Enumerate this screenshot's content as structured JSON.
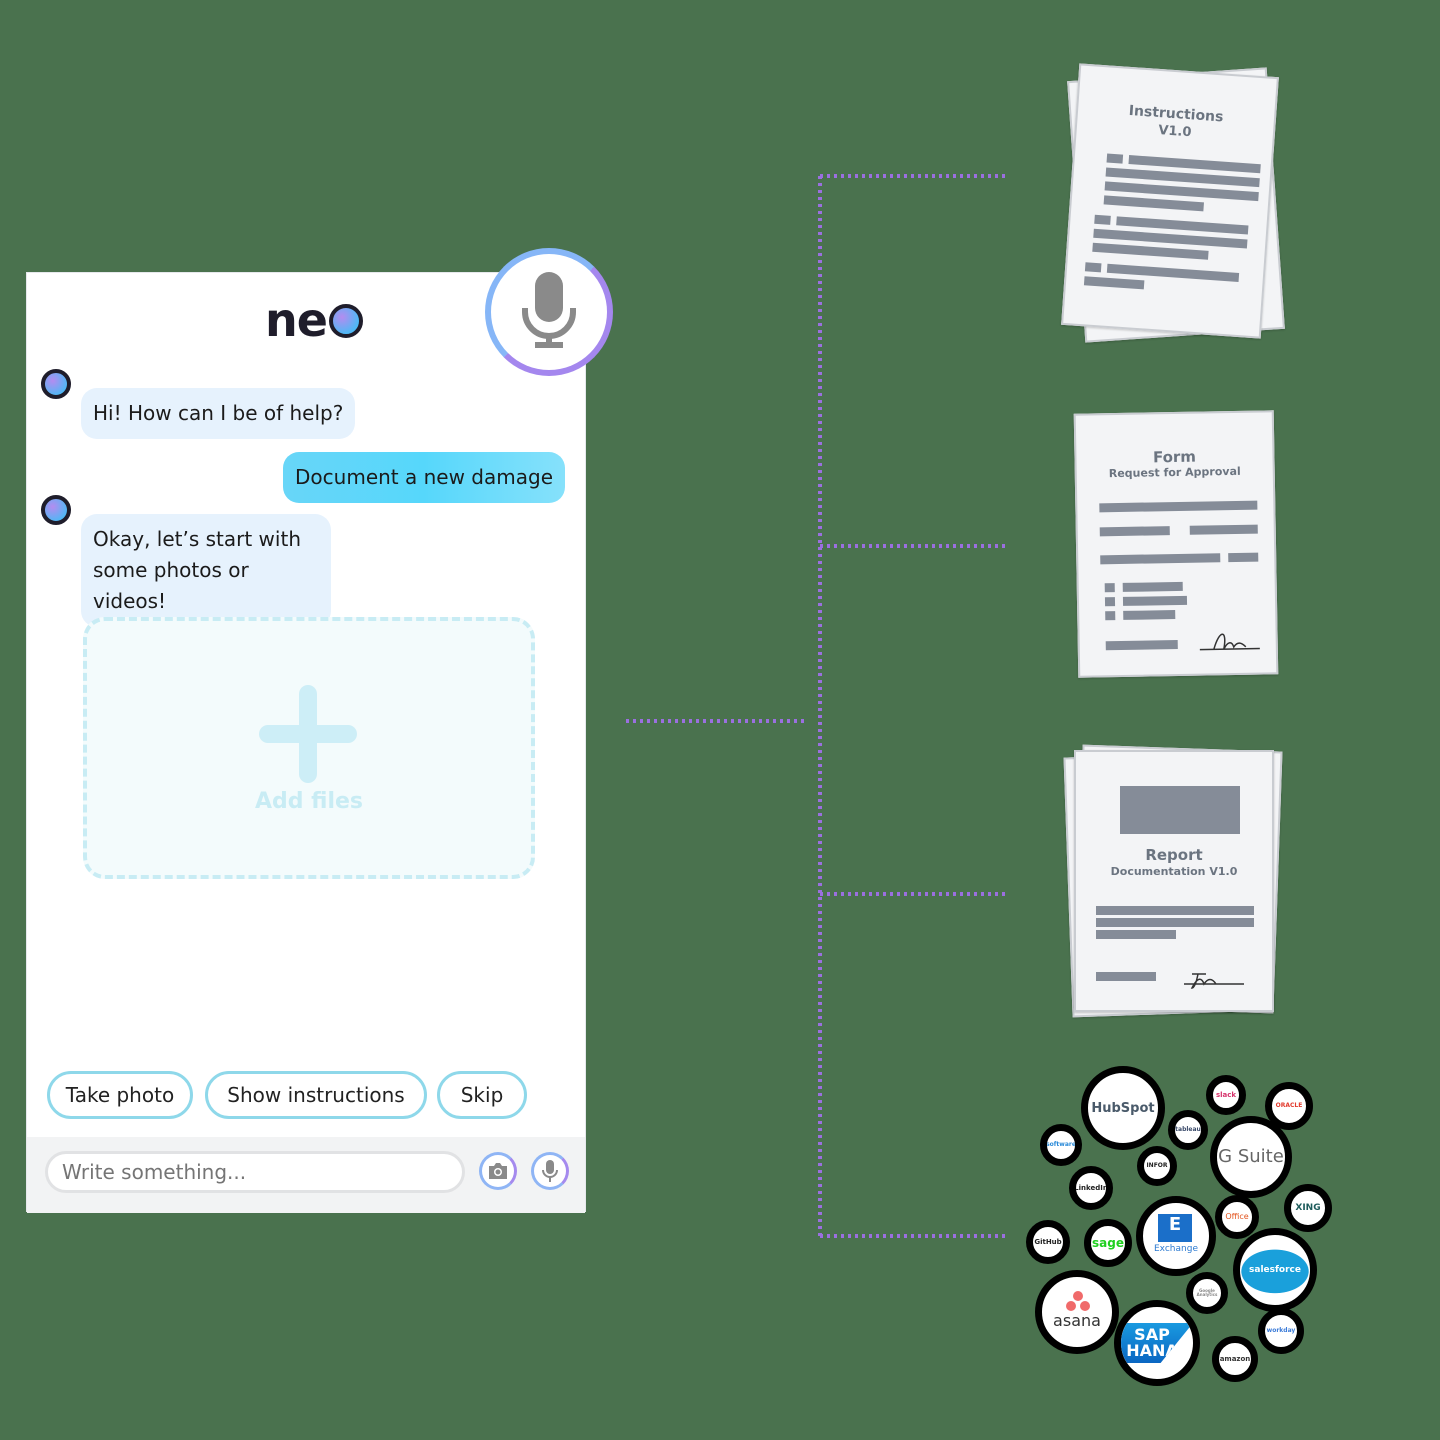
{
  "chat": {
    "brand": "neo",
    "messages": [
      {
        "from": "bot",
        "text": "Hi! How can I be of help?"
      },
      {
        "from": "user",
        "text": "Document a new damage"
      },
      {
        "from": "bot",
        "text": "Okay, let’s start with some photos or videos!"
      }
    ],
    "dropzone_label": "Add files",
    "quick_replies": [
      "Take photo",
      "Show instructions",
      "Skip"
    ],
    "input_placeholder": "Write something..."
  },
  "documents": [
    {
      "title": "Instructions",
      "subtitle": "V1.0"
    },
    {
      "title": "Form",
      "subtitle": "Request for Approval"
    },
    {
      "title": "Report",
      "subtitle": "Documentation V1.0"
    }
  ],
  "integrations": [
    "HubSpot",
    "slack",
    "ORACLE",
    "software",
    "tableau",
    "G Suite",
    "INFOR",
    "LinkedIn",
    "Office",
    "XING",
    "GitHub",
    "sage",
    "Exchange",
    "salesforce",
    "Google Analytics",
    "asana",
    "SAP HANA",
    "workday",
    "amazon"
  ],
  "colors": {
    "connector": "#9b6fe0",
    "background": "#4a724e",
    "accent": "#5ad6fa"
  }
}
